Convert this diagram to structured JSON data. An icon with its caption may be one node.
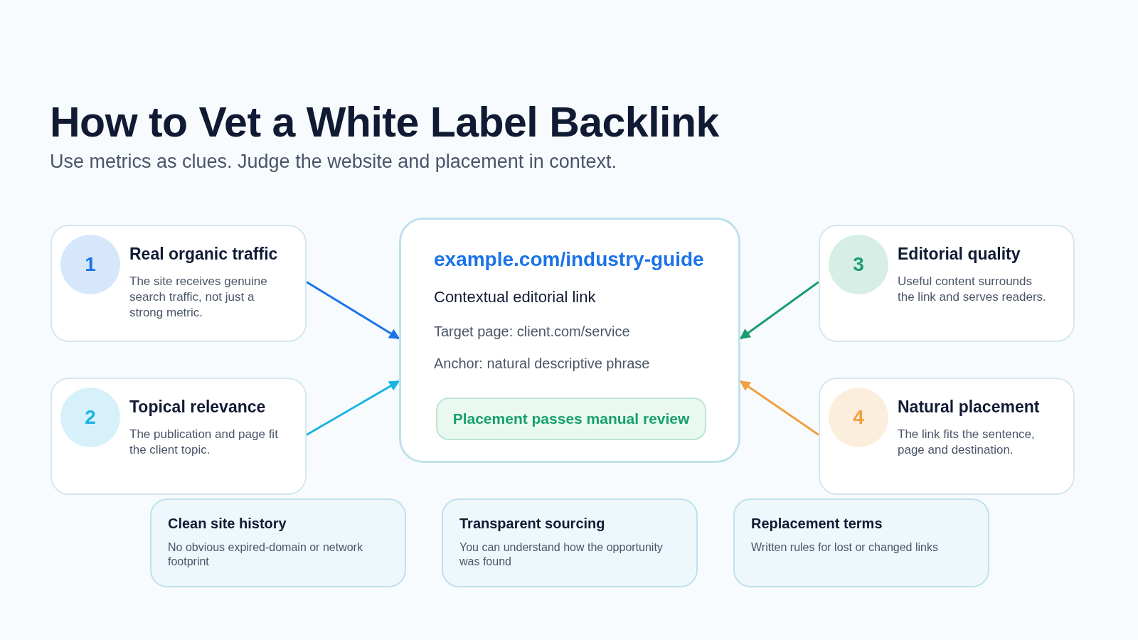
{
  "diagram": {
    "title": "How to Vet a White Label Backlink",
    "caption": "Use metrics as clues. Judge the website and placement in context.",
    "nodes": [
      {
        "text": [
          "Real organic traffic",
          "The site receives genuine search traffic, not just a strong metric."
        ]
      },
      {
        "text": [
          "1"
        ],
        "in": 0
      },
      {
        "text": [
          "example.com/industry-guide",
          "Contextual editorial link",
          "Target page: client.com/service",
          "Anchor: natural descriptive phrase"
        ]
      },
      {
        "text": [
          "Placement passes manual review"
        ],
        "in": 2
      },
      {
        "text": [
          "Editorial quality",
          "Useful content surrounds the link and serves readers."
        ]
      },
      {
        "text": [
          "3"
        ],
        "in": 4
      },
      {
        "text": [
          "Topical relevance",
          "The publication and page fit the client topic."
        ]
      },
      {
        "text": [
          "2"
        ],
        "in": 6
      },
      {
        "text": [
          "Natural placement",
          "The link fits the sentence, page and destination."
        ]
      },
      {
        "text": [
          "4"
        ],
        "in": 8
      },
      {
        "text": [
          "Clean site history",
          "No obvious expired-domain or network footprint"
        ]
      },
      {
        "text": [
          "Transparent sourcing",
          "You can understand how the opportunity was found"
        ]
      },
      {
        "text": [
          "Replacement terms",
          "Written rules for lost or changed links"
        ]
      }
    ],
    "edges": [
      {
        "from": 0,
        "to": 2,
        "arrow": "to",
        "color": "#1a73e8"
      },
      {
        "from": 6,
        "to": 2,
        "arrow": "to",
        "color": "#1ab4e0"
      },
      {
        "from": 4,
        "to": 2,
        "arrow": "to",
        "color": "#1a9e6e"
      },
      {
        "from": 8,
        "to": 2,
        "arrow": "to",
        "color": "#f0a040"
      }
    ]
  }
}
